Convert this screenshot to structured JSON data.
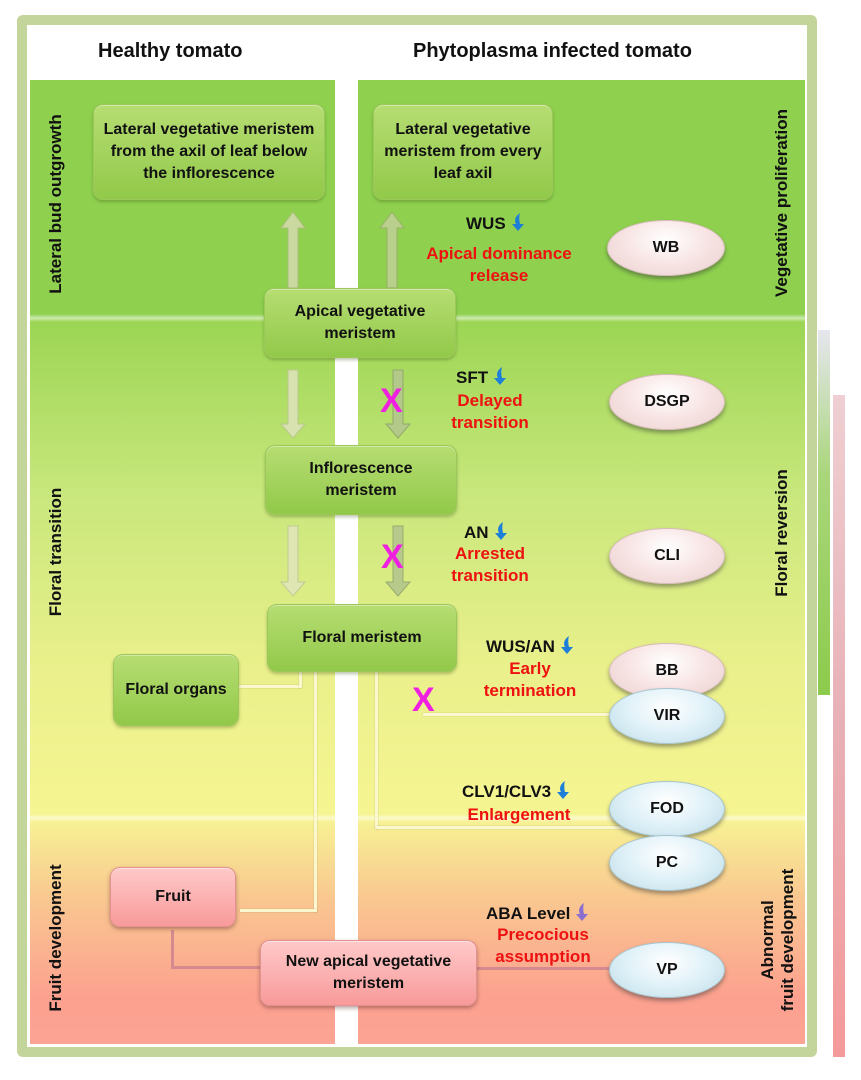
{
  "columns": {
    "healthy": "Healthy tomato",
    "infected": "Phytoplasma infected tomato"
  },
  "stages_left": {
    "lateral_bud": "Lateral bud outgrowth",
    "floral_transition": "Floral transition",
    "fruit_development": "Fruit development"
  },
  "stages_right": {
    "vegetative_proliferation": "Vegetative proliferation",
    "floral_reversion": "Floral reversion",
    "abnormal_fruit_line1": "Abnormal",
    "abnormal_fruit_line2": "fruit development"
  },
  "boxes": {
    "lateral_healthy": "Lateral vegetative meristem  from the axil of leaf below the inflorescence",
    "lateral_infected": "Lateral vegetative meristem from every leaf axil",
    "apical": "Apical vegetative meristem",
    "inflorescence": "Inflorescence meristem",
    "floral_meristem": "Floral meristem",
    "floral_organs": "Floral organs",
    "fruit": "Fruit",
    "new_apical": "New apical vegetative meristem"
  },
  "regulators": [
    {
      "gene": "WUS",
      "effect": "Apical dominance release",
      "direction": "down",
      "icon_color": "#1e7fd8"
    },
    {
      "gene": "SFT",
      "effect": "Delayed transition",
      "direction": "down",
      "icon_color": "#1e7fd8"
    },
    {
      "gene": "AN",
      "effect": "Arrested transition",
      "direction": "down",
      "icon_color": "#1e7fd8"
    },
    {
      "gene": "WUS/AN",
      "effect": "Early termination",
      "direction": "down",
      "icon_color": "#1e7fd8"
    },
    {
      "gene": "CLV1/CLV3",
      "effect": "Enlargement",
      "direction": "down",
      "icon_color": "#1e7fd8"
    },
    {
      "gene": "ABA Level",
      "effect": "Precocious assumption",
      "direction": "down",
      "icon_color": "#8a6fd0"
    }
  ],
  "symptoms": [
    {
      "code": "WB",
      "tone": "pink"
    },
    {
      "code": "DSGP",
      "tone": "pink"
    },
    {
      "code": "CLI",
      "tone": "pink"
    },
    {
      "code": "BB",
      "tone": "pink"
    },
    {
      "code": "VIR",
      "tone": "blue"
    },
    {
      "code": "FOD",
      "tone": "blue"
    },
    {
      "code": "PC",
      "tone": "blue"
    },
    {
      "code": "VP",
      "tone": "blue"
    }
  ],
  "block_mark": "X",
  "colors": {
    "vegetative_band": "#8fd14f",
    "fruit_band": "#fca08f",
    "effect_text": "#ee1111",
    "block_mark": "#f020e0",
    "frame": "#c3d59a"
  }
}
